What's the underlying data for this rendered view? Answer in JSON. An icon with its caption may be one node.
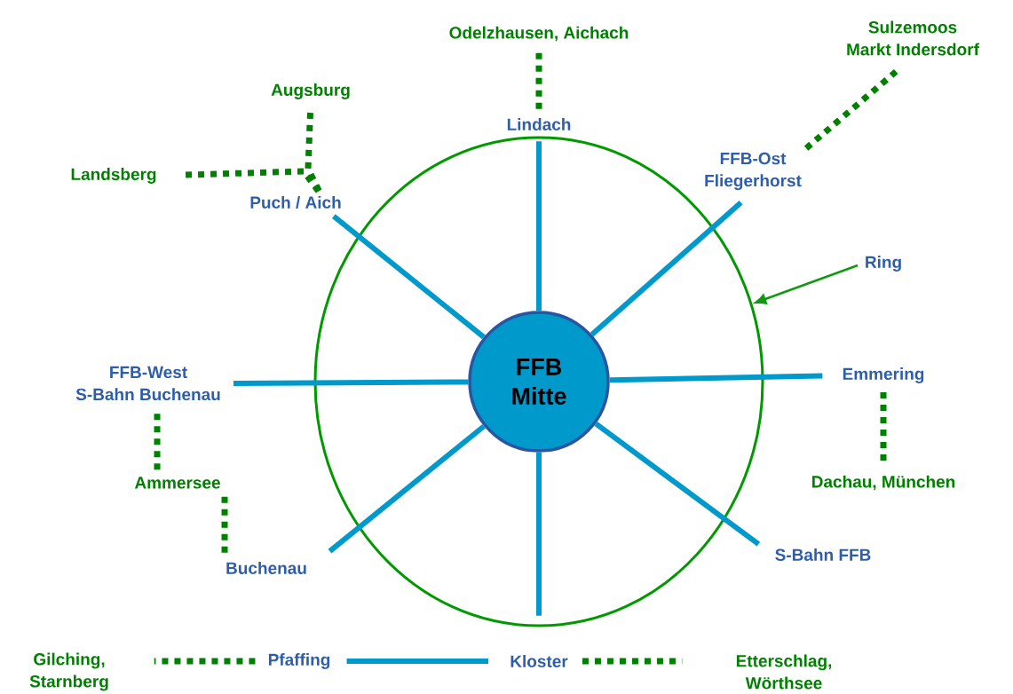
{
  "diagram": {
    "nodes": [
      {
        "text": [],
        "shape": "ellipse"
      },
      {
        "text": [
          "FFB Mitte"
        ],
        "in": 0
      },
      {
        "text": [
          "Odelzhausen, Aichach"
        ]
      },
      {
        "text": [
          "Sulzemoos",
          "Markt Indersdorf"
        ]
      },
      {
        "text": [
          "Augsburg"
        ]
      },
      {
        "text": [
          "Lindach"
        ]
      },
      {
        "text": [
          "Landsberg"
        ]
      },
      {
        "text": [
          "FFB-Ost",
          "Fliegerhorst"
        ]
      },
      {
        "text": [
          "Puch / Aich"
        ]
      },
      {
        "text": [
          "Ring"
        ]
      },
      {
        "text": [
          "FFB-West",
          "S-Bahn Buchenau"
        ]
      },
      {
        "text": [
          "Emmering"
        ]
      },
      {
        "text": [
          "Dachau, München"
        ]
      },
      {
        "text": [
          "Ammersee"
        ]
      },
      {
        "text": [
          "Buchenau"
        ]
      },
      {
        "text": [
          "S-Bahn FFB"
        ]
      },
      {
        "text": [
          "Gilching, Starnberg"
        ]
      },
      {
        "text": [
          "Pfaffing"
        ]
      },
      {
        "text": [
          "Kloster"
        ]
      },
      {
        "text": [
          "Etterschlag, Wörthsee"
        ]
      }
    ],
    "edges": [
      {
        "from": 1,
        "to": 5,
        "arrow": "none"
      },
      {
        "from": 1,
        "to": 7,
        "arrow": "none"
      },
      {
        "from": 1,
        "to": 11,
        "arrow": "none"
      },
      {
        "from": 1,
        "to": 15,
        "arrow": "none"
      },
      {
        "from": 1,
        "to": 18,
        "arrow": "none"
      },
      {
        "from": 18,
        "to": 17,
        "arrow": "none"
      },
      {
        "from": 1,
        "to": 14,
        "arrow": "none"
      },
      {
        "from": 1,
        "to": 10,
        "arrow": "none"
      },
      {
        "from": 1,
        "to": 8,
        "arrow": "none"
      },
      {
        "from": 5,
        "to": 2,
        "arrow": "none",
        "style": "dashed",
        "color": "#008000"
      },
      {
        "from": 7,
        "to": 3,
        "arrow": "none",
        "style": "dashed",
        "color": "#008000"
      },
      {
        "from": 11,
        "to": 12,
        "arrow": "none",
        "style": "dashed",
        "color": "#008000"
      },
      {
        "from": 18,
        "to": 19,
        "arrow": "none",
        "style": "dashed",
        "color": "#008000"
      },
      {
        "from": 17,
        "to": 16,
        "arrow": "none",
        "style": "dashed",
        "color": "#008000"
      },
      {
        "from": 14,
        "to": 13,
        "arrow": "none",
        "style": "dashed",
        "color": "#008000"
      },
      {
        "from": 13,
        "to": 10,
        "arrow": "none",
        "style": "dashed",
        "color": "#008000"
      },
      {
        "from": 8,
        "to": 4,
        "arrow": "none",
        "style": "dashed",
        "color": "#008000"
      },
      {
        "from": 8,
        "to": 6,
        "arrow": "none",
        "style": "dashed",
        "color": "#008000"
      },
      {
        "from": 9,
        "to": 0,
        "arrow": "to",
        "color": "#119911"
      }
    ]
  }
}
